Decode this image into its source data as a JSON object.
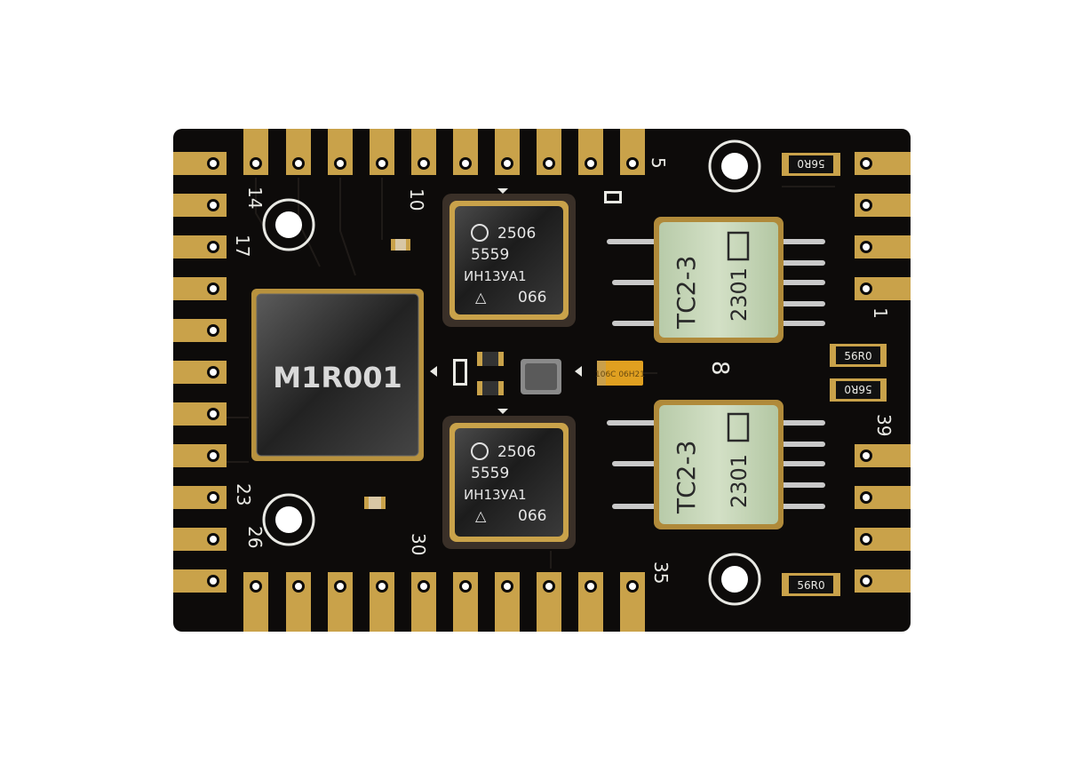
{
  "board": {
    "main_chip_label": "M1R001",
    "pin_labels": {
      "p1": "1",
      "p5": "5",
      "p8": "8",
      "p10": "10",
      "p14": "14",
      "p17": "17",
      "p23": "23",
      "p26": "26",
      "p30": "30",
      "p35": "35",
      "p39": "39"
    },
    "ic_top": {
      "line1": "2506",
      "line2": "5559",
      "line3": "ИН13УА1",
      "line4": "066"
    },
    "ic_bottom": {
      "line1": "2506",
      "line2": "5559",
      "line3": "ИН13УА1",
      "line4": "066"
    },
    "transformer_top": {
      "label1": "ТС2-3",
      "label2": "2301"
    },
    "transformer_bottom": {
      "label1": "ТС2-3",
      "label2": "2301"
    },
    "resistor_label": "56R0",
    "resistor_label_flipped": "56R0",
    "tantalum_cap_label": "106C 06H21"
  },
  "colors": {
    "pcb": "#0d0b0a",
    "gold": "#c9a24a",
    "gold_dark": "#8a6a2a",
    "chip_metal": "#2a2a2a",
    "transformer_body": "#c5d6b8",
    "tantalum": "#e0a020"
  }
}
